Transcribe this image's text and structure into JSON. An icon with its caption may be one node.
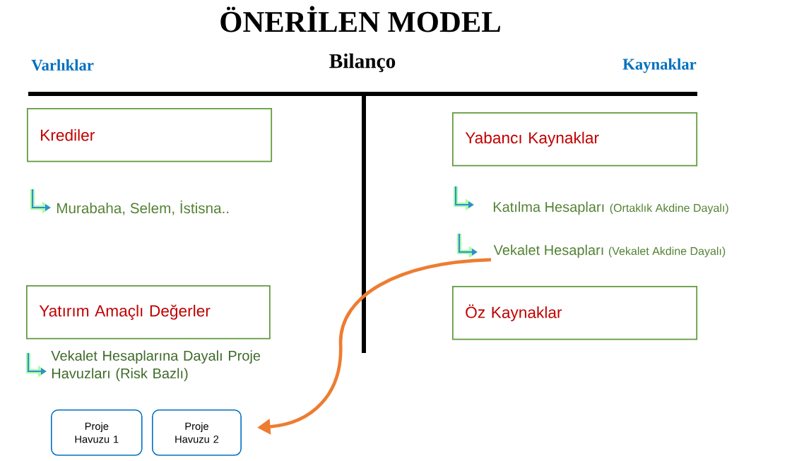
{
  "diagram": {
    "title": "ÖNERİLEN MODEL",
    "nodes": [
      {
        "text": [
          "Krediler"
        ]
      },
      {
        "text": [
          "Yatırım Amaçlı Değerler"
        ]
      },
      {
        "text": [
          "Proje Havuzu 1"
        ]
      },
      {
        "text": [
          "Proje Havuzu 2"
        ]
      },
      {
        "text": [
          "Yabancı Kaynaklar"
        ]
      },
      {
        "text": [
          "Vekalet Hesapları",
          "(Vekalet Akdine Dayalı)"
        ]
      },
      {
        "text": [
          "Öz Kaynaklar"
        ]
      }
    ],
    "edges": [
      {
        "from": 5,
        "to": 3,
        "arrow": "to"
      }
    ],
    "labels": [
      "Varlıklar",
      "Bilanço",
      "Kaynaklar",
      "Murabaha, Selem, İstisna..",
      "Katılma Hesapları",
      "(Ortaklık Akdine Dayalı)",
      "Vekalet Hesaplarına Dayalı Proje Havuzları (Risk Bazlı)"
    ]
  }
}
